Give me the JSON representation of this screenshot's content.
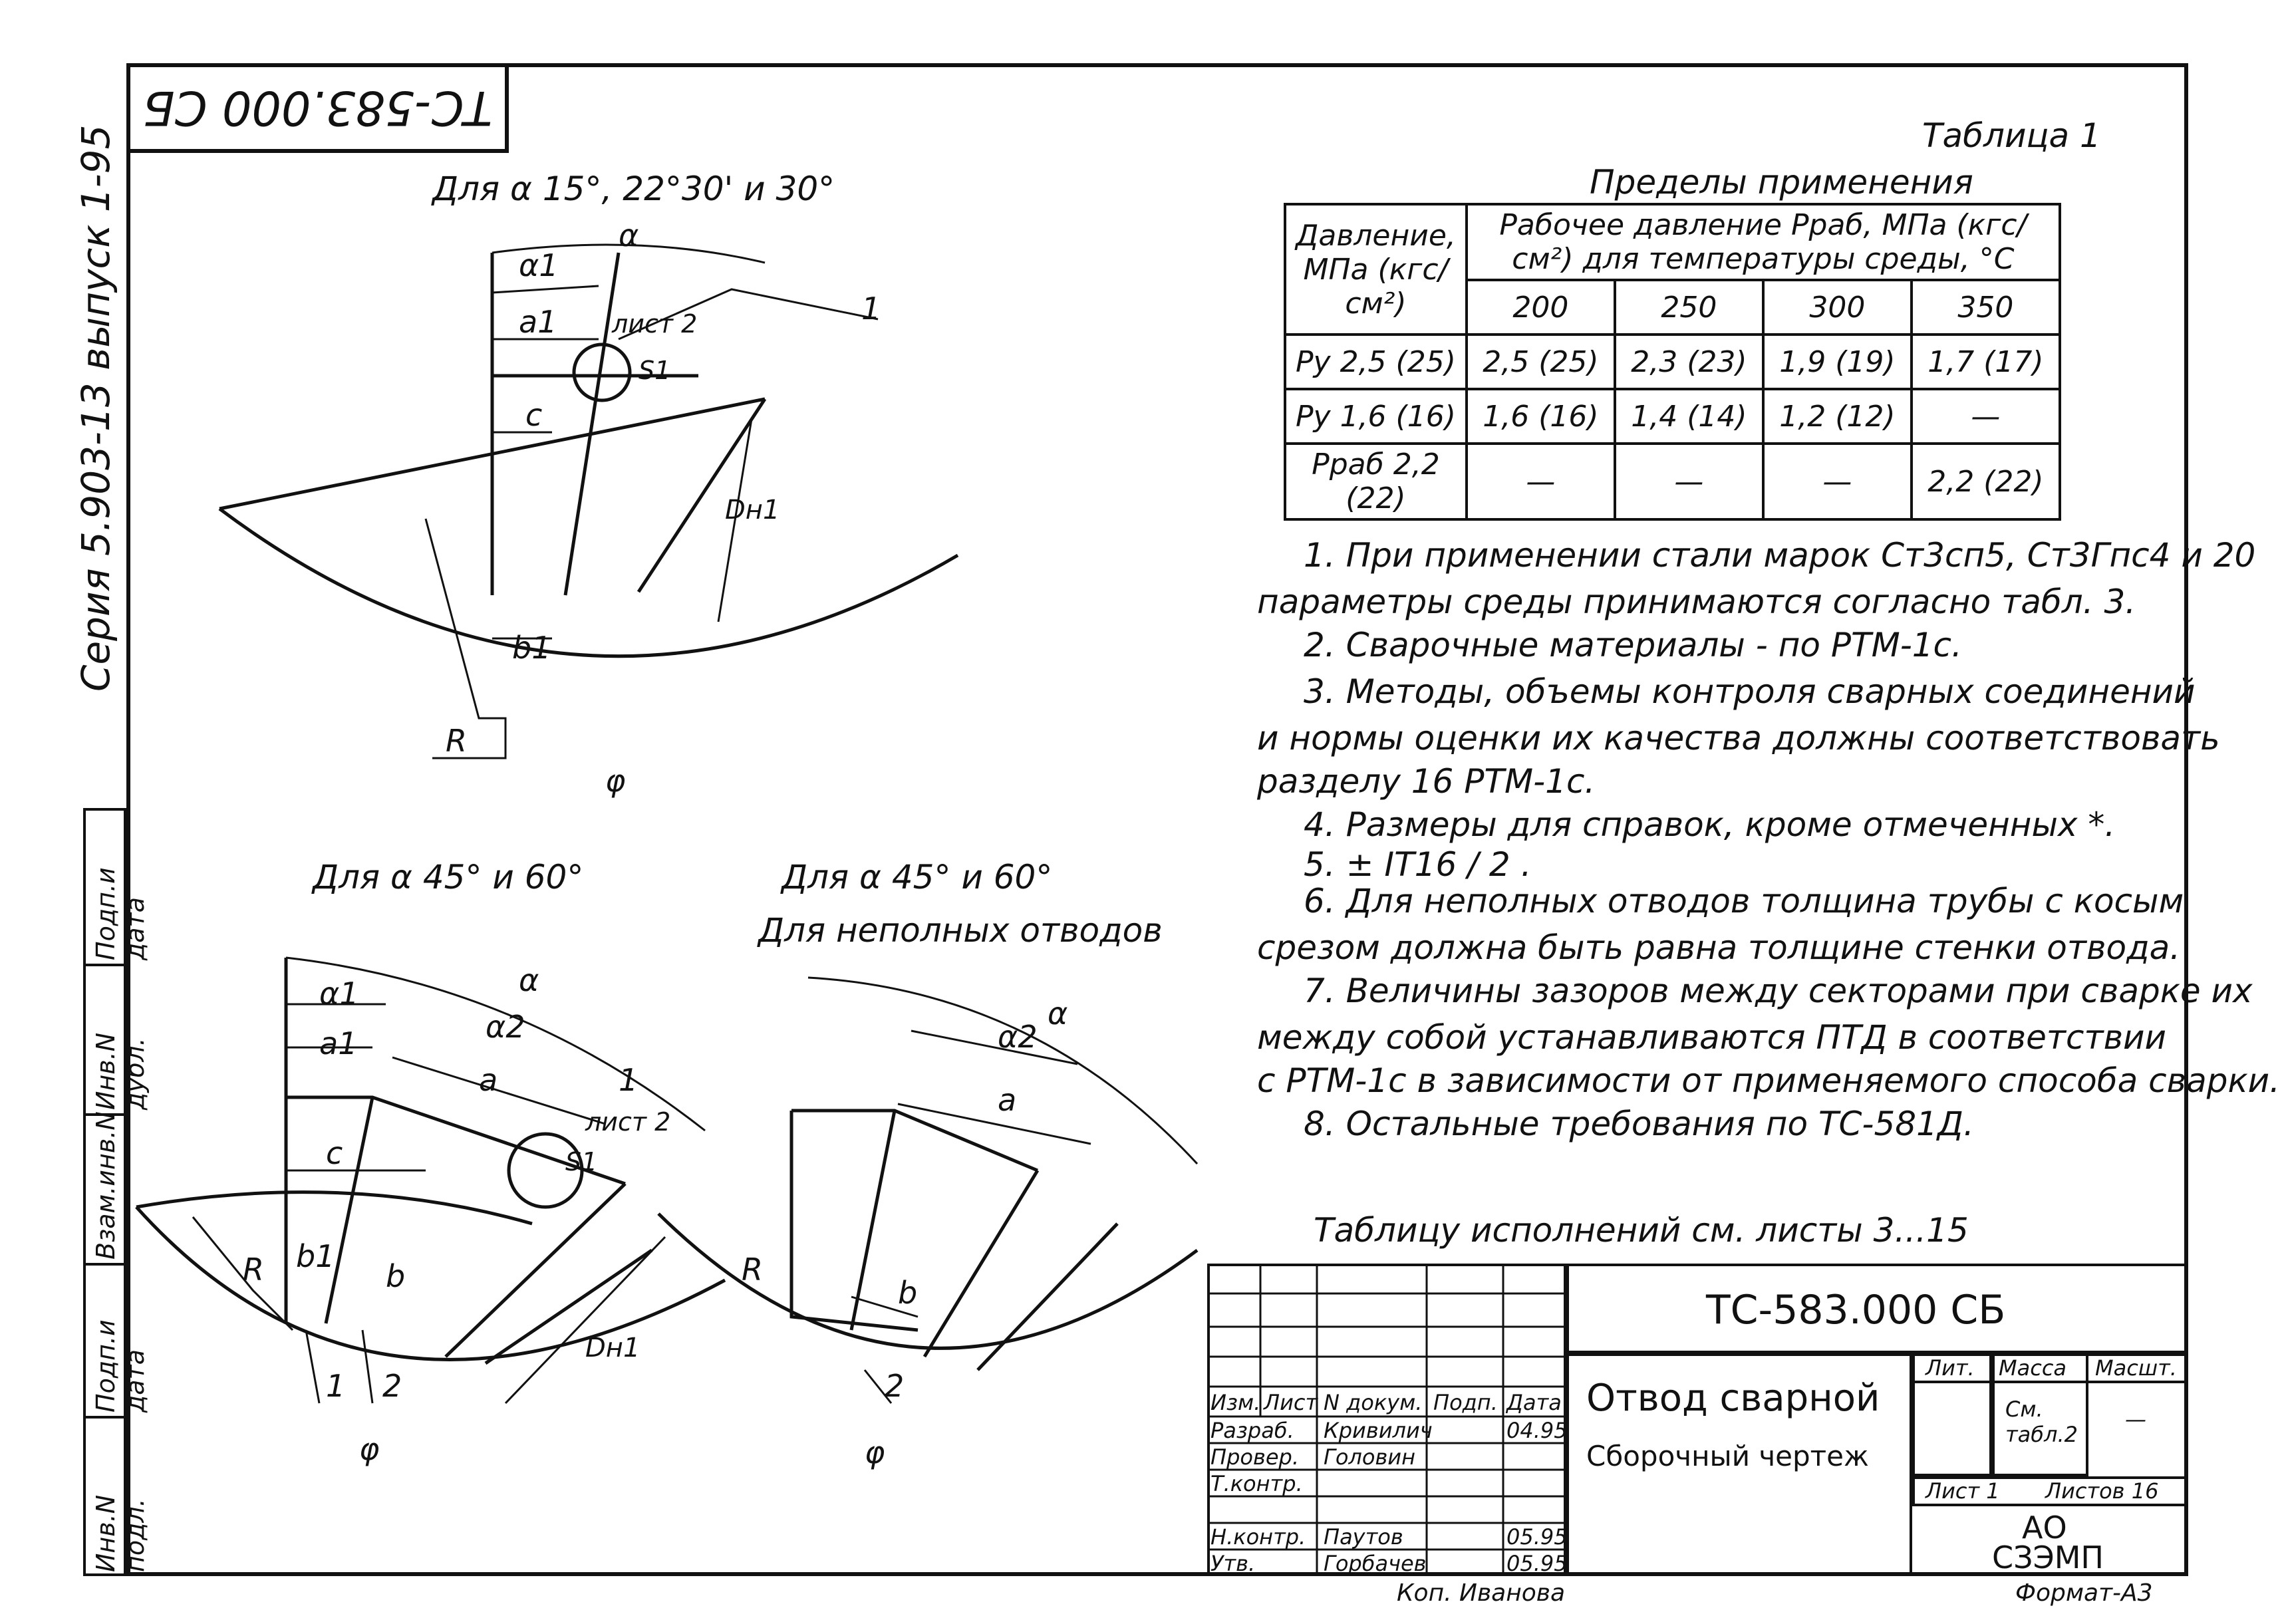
{
  "document_code_rotated": "ТС-583.000 СБ",
  "series_side_text": "Серия 5.903-13 выпуск 1-95",
  "side_stamp_labels": [
    "Подп.и дата",
    "Инв.N дубл.",
    "Взам.инв.N",
    "Подп.и дата",
    "Инв.N подл."
  ],
  "table_caption": "Таблица 1",
  "table_title": "Пределы применения",
  "table": {
    "header_col": "Давление, МПа (кгс/см²)",
    "header_group": "Рабочее давление Рраб, МПа (кгс/см²) для температуры среды, °С",
    "temps": [
      "200",
      "250",
      "300",
      "350"
    ],
    "rows": [
      {
        "label": "Ру 2,5 (25)",
        "values": [
          "2,5 (25)",
          "2,3 (23)",
          "1,9 (19)",
          "1,7 (17)"
        ]
      },
      {
        "label": "Ру 1,6 (16)",
        "values": [
          "1,6 (16)",
          "1,4 (14)",
          "1,2 (12)",
          "—"
        ]
      },
      {
        "label": "Рраб 2,2 (22)",
        "values": [
          "—",
          "—",
          "—",
          "2,2 (22)"
        ]
      }
    ]
  },
  "notes": [
    "1. При применении стали марок Ст3сп5, Ст3Гпс4 и 20",
    "параметры среды принимаются согласно табл. 3.",
    "2. Сварочные материалы - по РТМ-1с.",
    "3. Методы, объемы контроля сварных соединений",
    "и нормы оценки их качества должны соответствовать",
    "разделу 16 РТМ-1с.",
    "4. Размеры для справок, кроме отмеченных *.",
    "5. ± IT16 / 2 .",
    "6. Для неполных отводов толщина трубы с косым",
    "срезом должна быть равна толщине стенки отвода.",
    "7. Величины зазоров между секторами при сварке их",
    "между собой устанавливаются ПТД в соответствии",
    "с РТМ-1с в зависимости от применяемого способа сварки.",
    "8. Остальные требования по ТС-581Д."
  ],
  "see_sheets": "Таблицу исполнений см. листы 3...15",
  "views": {
    "top_title": "Для α 15°, 22°30' и 30°",
    "left_title": "Для α 45° и 60°",
    "right_title_1": "Для α 45° и 60°",
    "right_title_2": "Для неполных отводов",
    "labels_top": [
      "α",
      "α1",
      "a1",
      "лист 2",
      "1",
      "S1",
      "c",
      "Dн1",
      "b1",
      "R",
      "φ"
    ],
    "labels_left": [
      "α1",
      "α",
      "a1",
      "α2",
      "a",
      "1",
      "лист 2",
      "c",
      "S1",
      "R",
      "b1",
      "b",
      "Dн1",
      "1",
      "2",
      "φ"
    ],
    "labels_right": [
      "α",
      "α2",
      "a",
      "R",
      "b",
      "2",
      "φ"
    ]
  },
  "title_block": {
    "code": "ТС-583.000 СБ",
    "name": "Отвод сварной",
    "doc_type": "Сборочный чертеж",
    "col_headers": [
      "Изм.",
      "Лист",
      "N докум.",
      "Подп.",
      "Дата"
    ],
    "roles": [
      {
        "role": "Разраб.",
        "name": "Кривилич",
        "date": "04.95"
      },
      {
        "role": "Провер.",
        "name": "Головин",
        "date": ""
      },
      {
        "role": "Т.контр.",
        "name": "",
        "date": ""
      },
      {
        "role": "Н.контр.",
        "name": "Паутов",
        "date": "05.95"
      },
      {
        "role": "Утв.",
        "name": "Горбачев",
        "date": "05.95"
      }
    ],
    "lit": "Лит.",
    "mass": "Масса",
    "scale": "Масшт.",
    "mass_value": "См. табл.2",
    "scale_value": "—",
    "sheet": "Лист 1",
    "sheets": "Листов 16",
    "org_1": "АО",
    "org_2": "СЗЭМП",
    "copied": "Коп. Иванова",
    "format": "Формат-А3"
  }
}
